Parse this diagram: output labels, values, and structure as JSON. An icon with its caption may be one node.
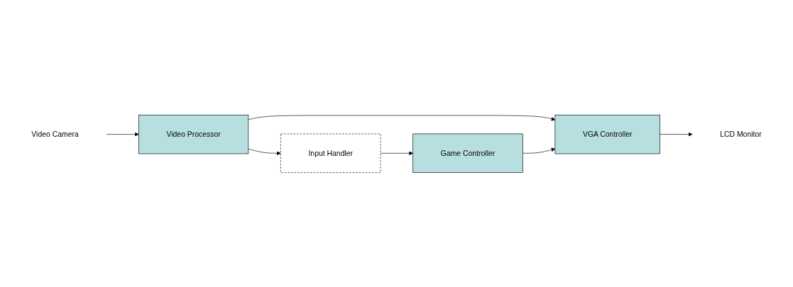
{
  "diagram": {
    "nodes": [
      {
        "text": [
          "Video Camera"
        ]
      },
      {
        "text": [
          "Video Processor"
        ]
      },
      {
        "text": [
          "VGA Controller"
        ]
      },
      {
        "text": [
          "LCD Monitor"
        ]
      },
      {
        "text": [
          "Input Handler"
        ]
      },
      {
        "text": [
          "Game Controller"
        ]
      }
    ],
    "edges": [
      {
        "from": 0,
        "to": 1,
        "arrow": "to"
      },
      {
        "from": 1,
        "to": 2,
        "arrow": "to"
      },
      {
        "from": 2,
        "to": 3,
        "arrow": "to"
      },
      {
        "from": 1,
        "to": 4,
        "arrow": "to"
      },
      {
        "from": 4,
        "to": 5,
        "arrow": "to"
      },
      {
        "from": 5,
        "to": 2,
        "arrow": "to"
      }
    ]
  }
}
